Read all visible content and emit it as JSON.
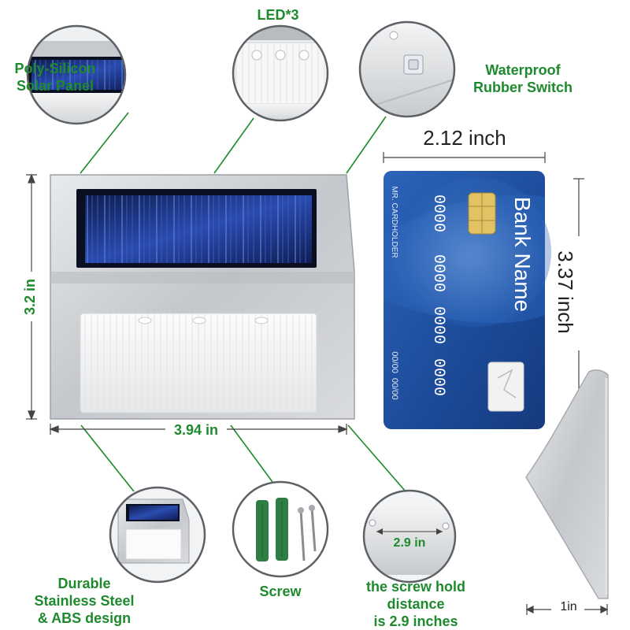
{
  "labels": {
    "led": "LED*3",
    "solar_line1": "Poly-Silicon",
    "solar_line2": "Solar Panel",
    "switch_line1": "Waterproof",
    "switch_line2": "Rubber Switch",
    "height": "3.2 in",
    "width": "3.94 in",
    "durable_line1": "Durable",
    "durable_line2": "Stainless Steel",
    "durable_line3": "& ABS design",
    "screw": "Screw",
    "hold_line1": "the screw hold",
    "hold_line2": "distance",
    "hold_line3": "is 2.9 inches",
    "hold_dim": "2.9 in",
    "depth": "1in"
  },
  "card": {
    "width_label": "2.12 inch",
    "height_label": "3.37 inch",
    "bank_name": "Bank Name",
    "holder": "MR. CARDHOLDER",
    "number_groups": [
      "0000",
      "0000",
      "0000",
      "0000"
    ],
    "expiry": "00/00  00/00"
  },
  "colors": {
    "label_green": "#1e8a2e",
    "steel": "#c9ccd0",
    "solar_blue": "#1f3a8a",
    "card_blue": "#1d4f9e"
  }
}
